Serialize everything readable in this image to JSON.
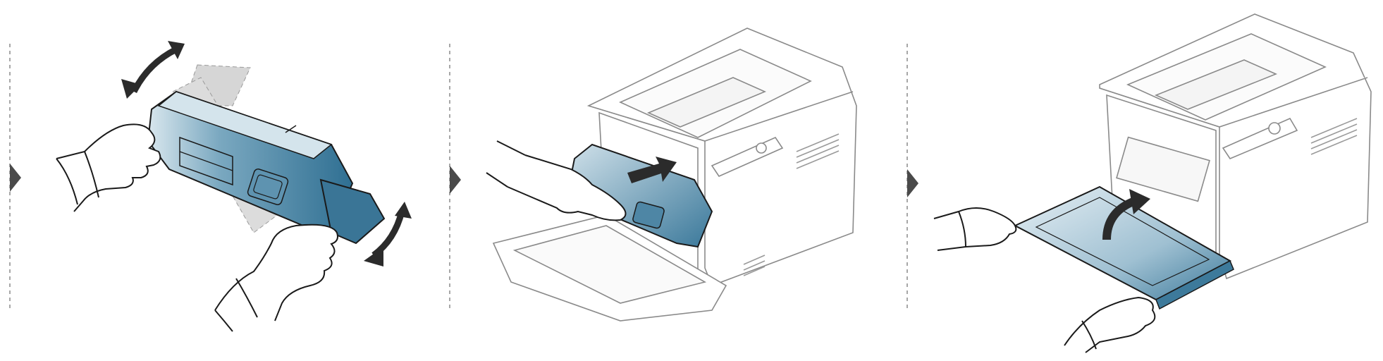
{
  "figure": {
    "steps": [
      {
        "action": "shake-toner-cartridge"
      },
      {
        "action": "insert-toner-cartridge"
      },
      {
        "action": "close-front-cover"
      }
    ]
  },
  "colors": {
    "line": "#1a1a1a",
    "cartridge": "#3e7b9c",
    "cartridge_light": "#c9dce6",
    "arrow": "#2b2b2b",
    "marker": "#4a4a4a",
    "divider": "#8a8a8a",
    "ghost": "#cfcfcf"
  }
}
